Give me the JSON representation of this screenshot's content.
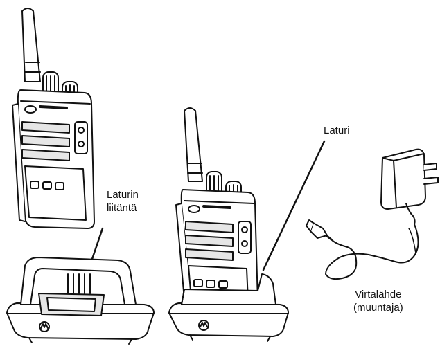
{
  "labels": {
    "charger_connector_line1": "Laturin",
    "charger_connector_line2": "liitäntä",
    "charger": "Laturi",
    "power_supply_line1": "Virtalähde",
    "power_supply_line2": "(muuntaja)"
  },
  "colors": {
    "ink": "#111111",
    "paper": "#ffffff",
    "shade": "#e6e6e6"
  },
  "icons": [
    "radio-illustration",
    "charging-cradle-illustration",
    "power-adapter-illustration"
  ]
}
